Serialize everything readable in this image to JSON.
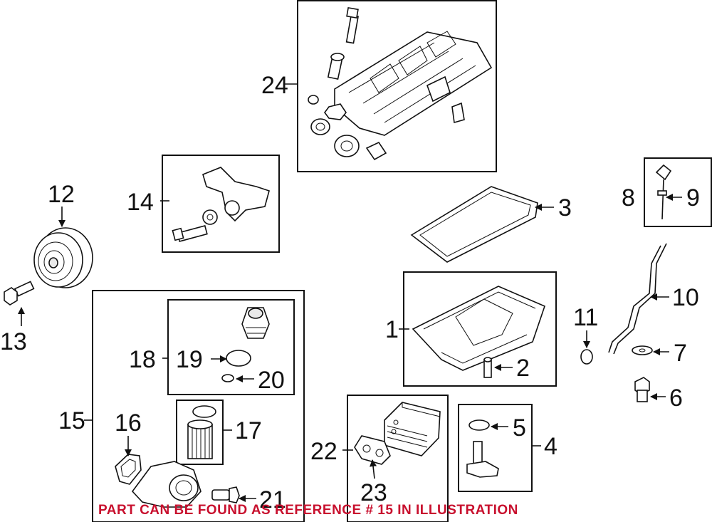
{
  "callouts": {
    "c1": "1",
    "c2": "2",
    "c3": "3",
    "c4": "4",
    "c5": "5",
    "c6": "6",
    "c7": "7",
    "c8": "8",
    "c9": "9",
    "c10": "10",
    "c11": "11",
    "c12": "12",
    "c13": "13",
    "c14": "14",
    "c15": "15",
    "c16": "16",
    "c17": "17",
    "c18": "18",
    "c19": "19",
    "c20": "20",
    "c21": "21",
    "c22": "22",
    "c23": "23",
    "c24": "24"
  },
  "notice": "PART CAN BE FOUND AS REFERENCE # 15 IN ILLUSTRATION",
  "colors": {
    "notice": "#c8102e",
    "line": "#111111"
  }
}
